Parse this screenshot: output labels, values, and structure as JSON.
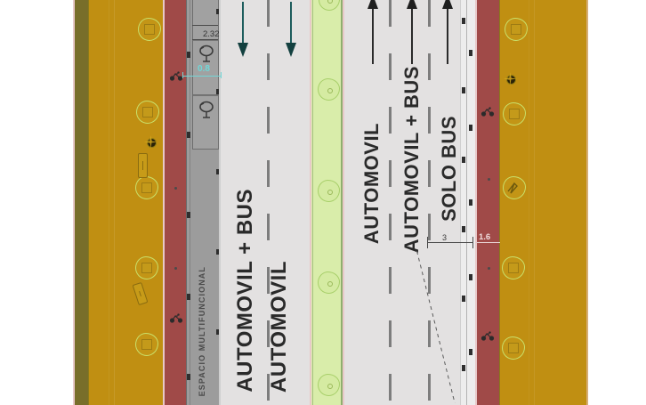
{
  "drawing": {
    "title": "Seccion vial - planta",
    "type": "street-cross-section-plan"
  },
  "lane_labels": {
    "automovil_left": "AUTOMOVIL",
    "automovil_bus_left": "AUTOMOVIL + BUS",
    "automovil_right": "AUTOMOVIL",
    "automovil_bus_right": "AUTOMOVIL + BUS",
    "solo_bus": "SOLO BUS",
    "espacio_multifuncional": "ESPACIO MULTIFUNCIONAL"
  },
  "dimensions": {
    "parking_width": "2.32",
    "bike_buffer": "0.8",
    "bus_lane_width": "3",
    "bike_lane_width": "1.6"
  },
  "colors": {
    "sidewalk_ochre": "#c08f12",
    "bike_lane_red": "#a04a48",
    "roadway_gray": "#e3e1e1",
    "parking_gray": "#9c9c9c",
    "median_green": "#d9edaa",
    "tree_outline": "#8fc24a",
    "dimension_cyan": "#74d6d6",
    "edge_pink": "#e8c9c9",
    "olive_edge": "#6d6218"
  },
  "icons": {
    "bike": "bicycle-icon",
    "parking": "parking-car-icon",
    "tree": "tree-icon",
    "bench": "bench-icon",
    "lamp": "street-lamp-icon",
    "arrow_up": "arrow-up-icon",
    "arrow_down": "arrow-down-icon"
  },
  "traffic_direction": {
    "left_carriageway": "southbound",
    "right_carriageway": "northbound"
  }
}
